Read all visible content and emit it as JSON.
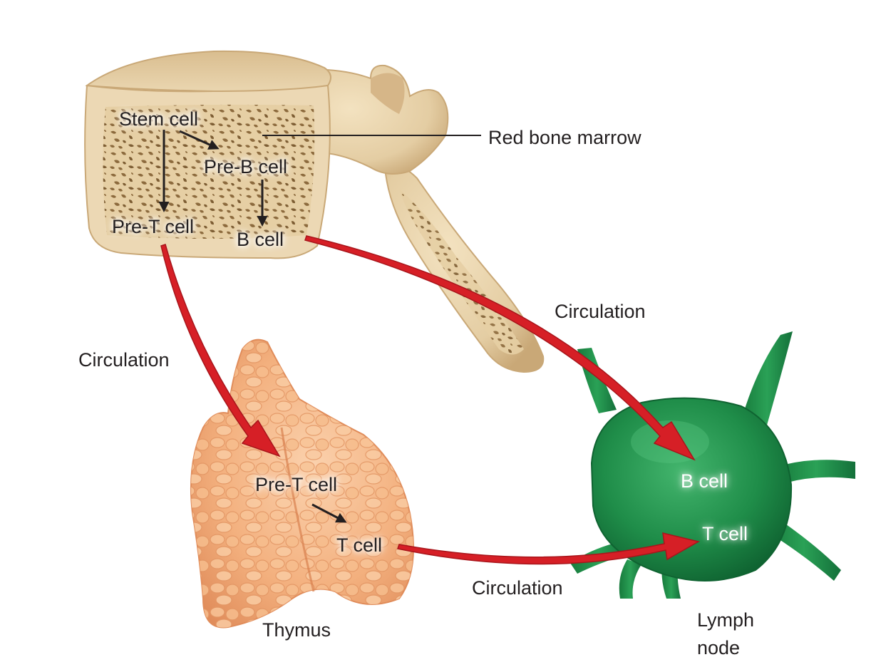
{
  "labels": {
    "stem_cell": "Stem cell",
    "pre_b_cell": "Pre-B cell",
    "pre_t_cell_marrow": "Pre-T cell",
    "b_cell_marrow": "B cell",
    "red_bone_marrow": "Red bone marrow",
    "circulation_left": "Circulation",
    "circulation_right": "Circulation",
    "circulation_bottom": "Circulation",
    "pre_t_cell_thymus": "Pre-T cell",
    "t_cell_thymus": "T cell",
    "thymus": "Thymus",
    "b_cell_node": "B cell",
    "t_cell_node": "T cell",
    "lymph": "Lymph",
    "node": "node"
  },
  "colors": {
    "bone": "#e4cda3",
    "bone_shadow": "#c9a877",
    "marrow_pit": "#8c6a3d",
    "thymus": "#f3b07e",
    "lymph_node": "#1e8c48",
    "circulation_arrow": "#d61f26",
    "pointer_line": "#231f20"
  },
  "icons": [
    "vertebra-illustration",
    "thymus-illustration",
    "lymph-node-illustration"
  ]
}
